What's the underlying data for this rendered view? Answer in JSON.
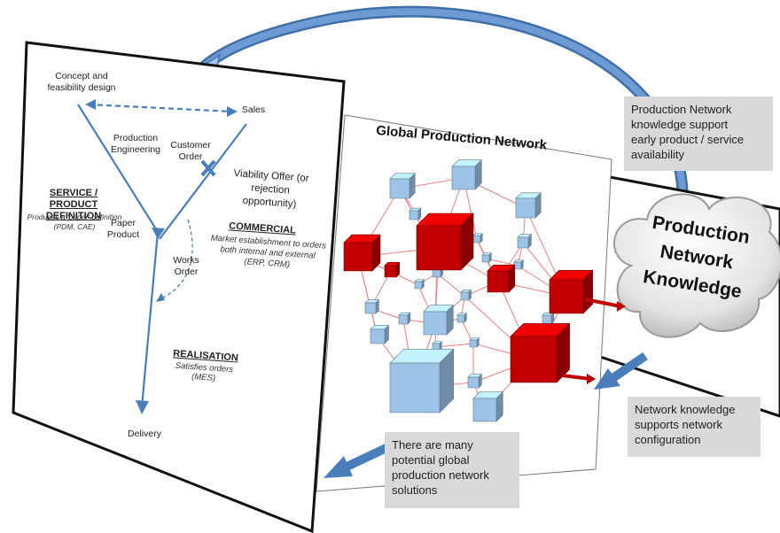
{
  "left_panel": {
    "concept": "Concept and\nfeasibility design",
    "sales": "Sales",
    "production_engineering": "Production\nEngineering",
    "customer_order": "Customer\nOrder",
    "viability": "Viability Offer (or\nrejection opportunity)",
    "service_title": "SERVICE / PRODUCT\nDEFINITION",
    "service_sub": "Produces a 'paper' definition\n(PDM, CAE)",
    "paper_product": "Paper\nProduct",
    "commercial_title": "COMMERCIAL",
    "commercial_sub": "Market establishment to orders\nboth internal and external\n(ERP, CRM)",
    "works_order": "Works\nOrder",
    "realisation_title": "REALISATION",
    "realisation_sub": "Satisfies orders\n(MES)",
    "delivery": "Delivery"
  },
  "middle_panel": {
    "title": "Global Production Network"
  },
  "right_panel": {
    "cloud_text": "Production\nNetwork\nKnowledge"
  },
  "callouts": {
    "top_right": "Production Network\nknowledge support\nearly product / service\navailability",
    "bottom_right": "Network knowledge\nsupports network\nconfiguration",
    "bottom_middle": "There are many\npotential global\nproduction network\nsolutions"
  },
  "colors": {
    "arrow_blue": "#4a7ebb",
    "cube_red": "#c00000",
    "cube_blue": "#9dc3e6",
    "link_red": "#f08080",
    "callout_bg": "#d9d9d9"
  }
}
